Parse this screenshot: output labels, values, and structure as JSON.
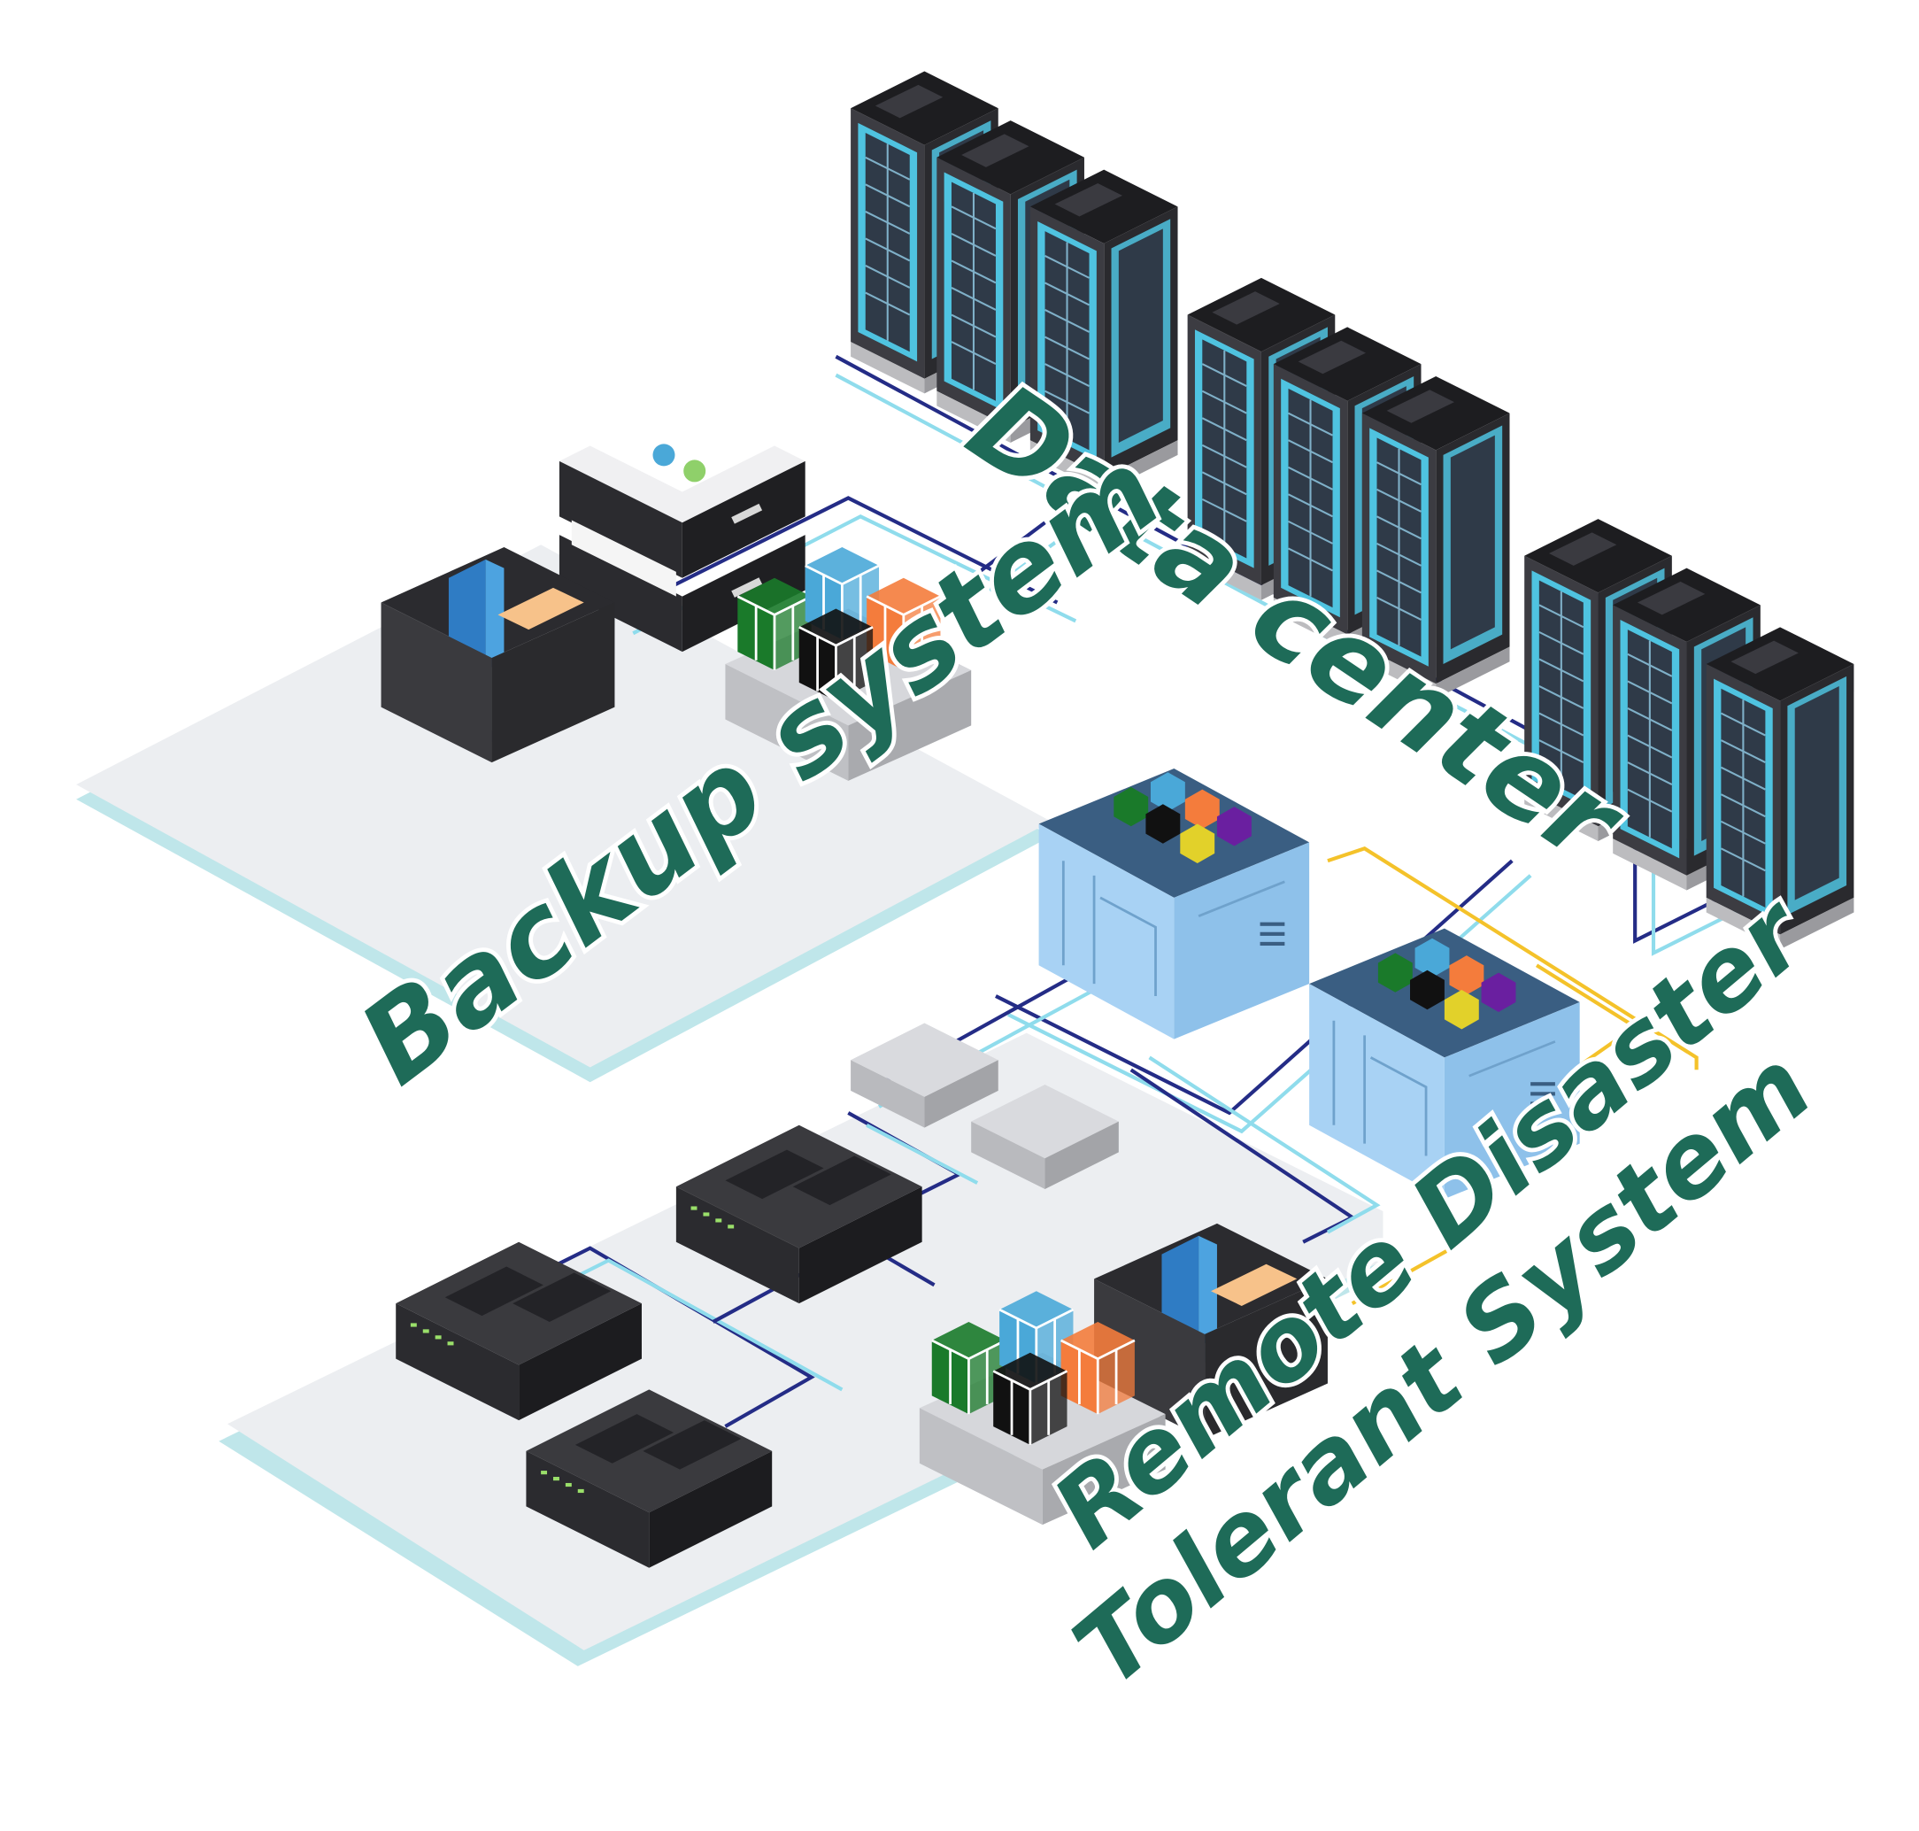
{
  "labels": {
    "data_center": "Data center",
    "backup_system": "Backup system",
    "remote_line1": "Remote Disaster",
    "remote_line2": "Tolerant System"
  },
  "colors": {
    "label_text": "#1e6b58",
    "floor": "#eceef1",
    "floor_shadow": "#bfe6ea",
    "link_dark": "#242c86",
    "link_light": "#8fdcec",
    "link_yellow": "#f4c22a",
    "rack_body": "#2b2b2f",
    "rack_panel": "#4fc3e0",
    "storage_body": "#9ccbf0",
    "server_body": "#3a3a3e",
    "cube_green": "#1a7a2a",
    "cube_blue": "#4aa8d8",
    "cube_black": "#111111",
    "cube_orange": "#f47c3c",
    "cube_yellow": "#e2d12a",
    "cube_purple": "#6a1fa0"
  },
  "icons": {
    "rack": "server-rack-icon",
    "storage_array": "storage-array-icon",
    "rack_server": "rack-server-icon",
    "switch": "network-switch-icon",
    "file_box": "file-box-icon",
    "document_cabinet": "document-cabinet-icon",
    "tape_library": "tape-library-icon"
  }
}
